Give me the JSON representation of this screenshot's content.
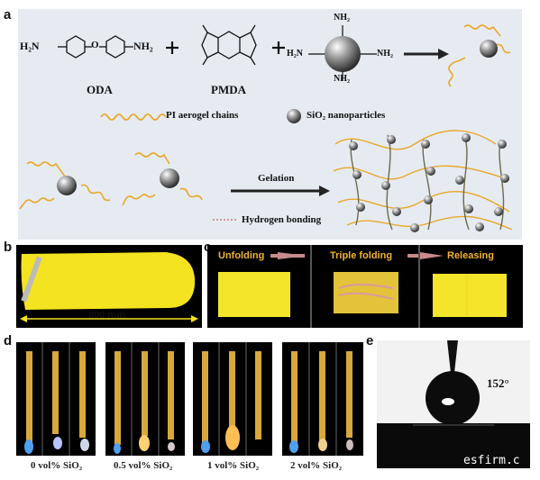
{
  "panel_labels": {
    "a": "a",
    "b": "b",
    "c": "c",
    "d": "d",
    "e": "e"
  },
  "panel_a": {
    "oda_label": "ODA",
    "pmda_label": "PMDA",
    "h2n": "H₂N",
    "nh2": "NH₂",
    "o": "O",
    "plus": "+",
    "legend_chains": "PI aerogel chains",
    "legend_particles": "SiO₂ nanoparticles",
    "gelation": "Gelation",
    "hbond": "Hydrogen bonding"
  },
  "panel_b": {
    "scale": "800 mm"
  },
  "panel_c": {
    "step1": "Unfolding",
    "step2": "Triple folding",
    "step3": "Releasing"
  },
  "panel_d": {
    "groups": [
      "0 vol% SiO₂",
      "0.5 vol% SiO₂",
      "1 vol% SiO₂",
      "2 vol% SiO₂"
    ]
  },
  "panel_e": {
    "angle": "152°"
  },
  "watermark": "esfirm.c",
  "colors": {
    "chain": "#e7a92c",
    "sphere": "#8a8a8a",
    "strip": "#e9c23c",
    "bg_a": "#e6ebf2"
  }
}
